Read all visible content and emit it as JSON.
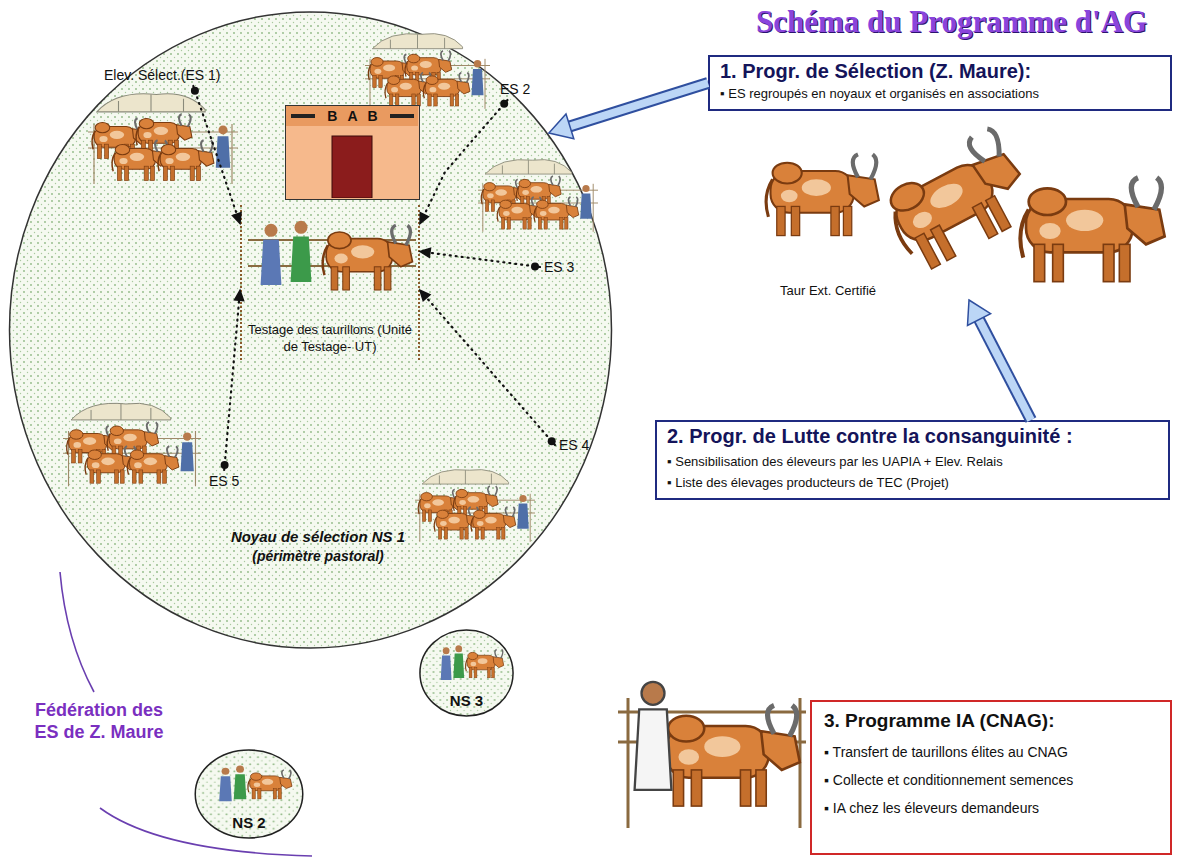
{
  "diagram": {
    "title": "Schéma du Programme d'AG",
    "nodes": [
      {
        "text": [
          "Noyau de sélection NS 1",
          "(périmètre pastoral)"
        ]
      },
      {
        "text": [
          "Elev. Sélect.(ES 1)"
        ],
        "in": 0
      },
      {
        "text": [
          "ES 2"
        ],
        "in": 0
      },
      {
        "text": [
          "ES 3"
        ],
        "in": 0
      },
      {
        "text": [
          "ES 4"
        ],
        "in": 0
      },
      {
        "text": [
          "ES 5"
        ],
        "in": 0
      },
      {
        "text": [
          "BAB"
        ],
        "in": 0
      },
      {
        "text": [
          "Testage des taurillons (Unité de Testage- UT)"
        ],
        "in": 0
      },
      {
        "text": [
          "1. Progr. de Sélection (Z. Maure):",
          "▪ ES regroupés en noyaux et organisés en associations"
        ]
      },
      {
        "text": [
          "Taur Ext. Certifié"
        ]
      },
      {
        "text": [
          "2. Progr. de Lutte contre la consanguinité :",
          "▪ Sensibilisation des éleveurs par les UAPIA + Elev. Relais",
          "▪ Liste des élevages producteurs de TEC (Projet)"
        ]
      },
      {
        "text": [
          "NS 3"
        ]
      },
      {
        "text": [
          "NS 2"
        ]
      },
      {
        "text": [
          "3. Programme IA (CNAG):",
          "▪ Transfert de taurillons élites au CNAG",
          "▪ Collecte et conditionnement semences",
          "▪ IA chez les éleveurs demandeurs"
        ]
      }
    ],
    "edges": [
      {
        "from": 1,
        "to": 7,
        "arrow": "to"
      },
      {
        "from": 2,
        "to": 7,
        "arrow": "to"
      },
      {
        "from": 3,
        "to": 7,
        "arrow": "to"
      },
      {
        "from": 4,
        "to": 7,
        "arrow": "to"
      },
      {
        "from": 5,
        "to": 7,
        "arrow": "to"
      },
      {
        "from": 8,
        "to": 0,
        "arrow": "to"
      },
      {
        "from": 10,
        "to": 9,
        "arrow": "to"
      }
    ],
    "labels": [
      "Fédération des ES de Z. Maure"
    ]
  }
}
